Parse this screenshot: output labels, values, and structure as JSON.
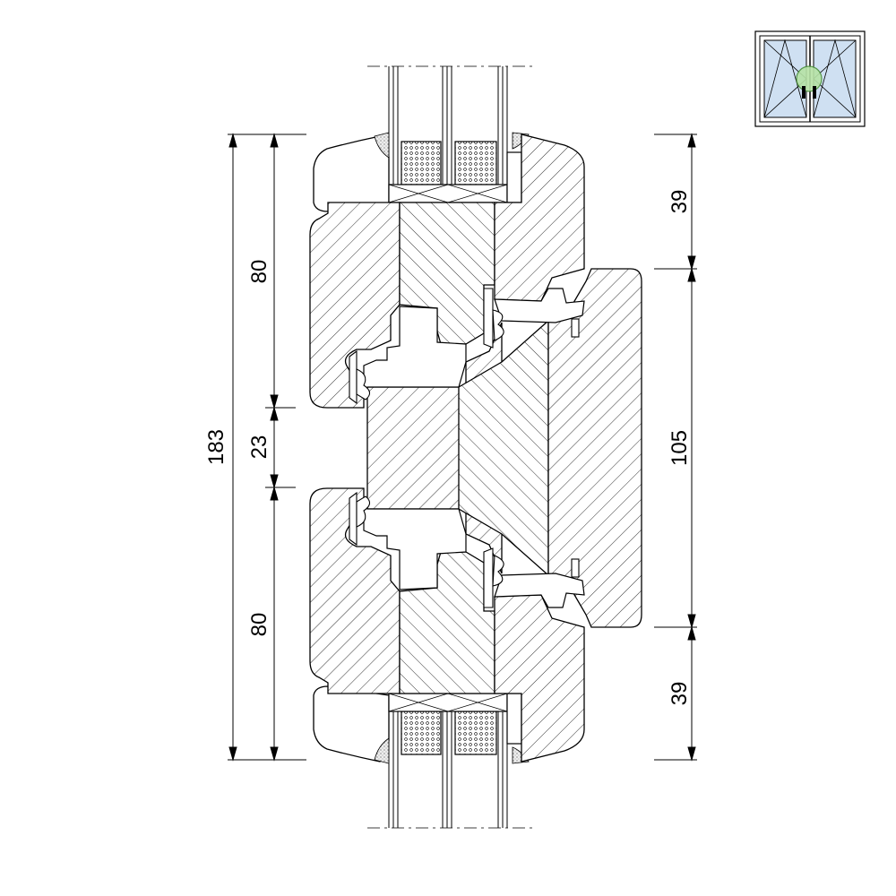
{
  "dimensions": {
    "left_total": "183",
    "left_upper": "80",
    "left_middle": "23",
    "left_lower": "80",
    "right_top": "39",
    "right_middle": "105",
    "right_bottom": "39"
  },
  "icon": {
    "name": "double-casement-tilt-turn-window-icon",
    "highlight_color": "#b6e3a6",
    "glass_color": "#cfe0f2"
  },
  "colors": {
    "line": "#000000",
    "background": "#ffffff",
    "spacer_fill": "#e6e6e6"
  }
}
